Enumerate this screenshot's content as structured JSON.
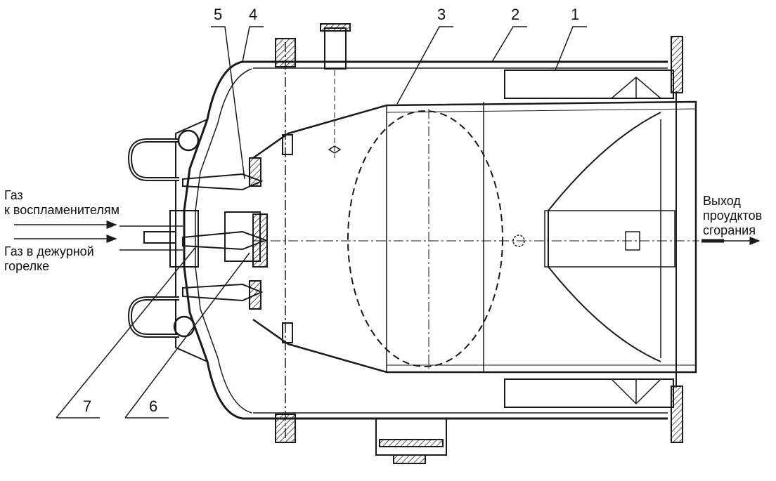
{
  "callouts": {
    "c1": "1",
    "c2": "2",
    "c3": "3",
    "c4": "4",
    "c5": "5",
    "c6": "6",
    "c7": "7"
  },
  "flows": {
    "gas_igniters_line1": "Газ",
    "gas_igniters_line2": "к воспламенителям",
    "gas_pilot_line1": "Газ в дежурной",
    "gas_pilot_line2": "горелке",
    "exhaust_line1": "Выход",
    "exhaust_line2": "проудктов",
    "exhaust_line3": "сгорания"
  },
  "colors": {
    "ink": "#1a1a1a",
    "paper": "#ffffff"
  }
}
